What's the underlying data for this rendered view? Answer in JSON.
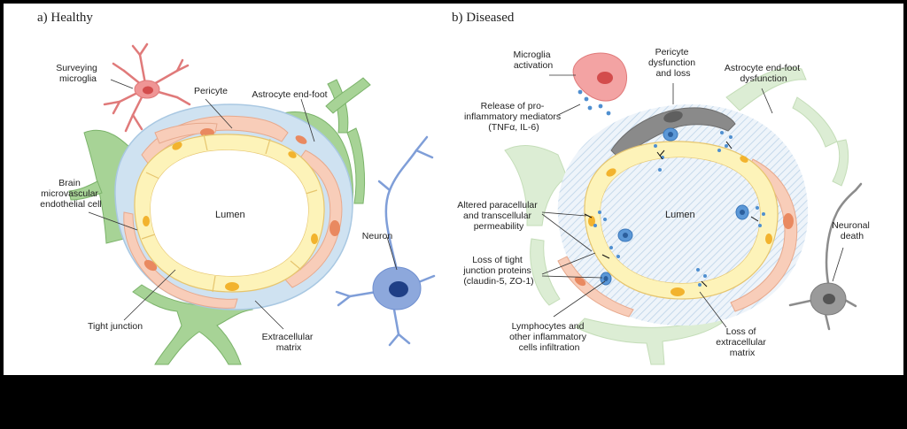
{
  "panels": {
    "healthy": {
      "title": "a) Healthy",
      "lumen": "Lumen",
      "labels": {
        "microglia": [
          "Surveying",
          "microglia"
        ],
        "pericyte": [
          "Pericyte"
        ],
        "astrocyte": [
          "Astrocyte end-foot"
        ],
        "endothelial": [
          "Brain",
          "microvascular",
          "endothelial cell"
        ],
        "neuron": [
          "Neuron"
        ],
        "tight_junction": [
          "Tight junction"
        ],
        "ecm": [
          "Extracellular",
          "matrix"
        ]
      }
    },
    "diseased": {
      "title": "b) Diseased",
      "lumen": "Lumen",
      "labels": {
        "microglia_activation": [
          "Microglia",
          "activation"
        ],
        "pericyte_dysfunction": [
          "Pericyte",
          "dysfunction",
          "and loss"
        ],
        "astrocyte_dysfunction": [
          "Astrocyte end-foot",
          "dysfunction"
        ],
        "mediators": [
          "Release of pro-",
          "inflammatory mediators",
          "(TNFα, IL-6)"
        ],
        "permeability": [
          "Altered paracellular",
          "and transcellular",
          "permeability"
        ],
        "tight_junction_loss": [
          "Loss of tight",
          "junction proteins",
          "(claudin-5, ZO-1)"
        ],
        "lymphocytes": [
          "Lymphocytes and",
          "other inflammatory",
          "cells infiltration"
        ],
        "ecm_loss": [
          "Loss of",
          "extracellular",
          "matrix"
        ],
        "neuronal_death": [
          "Neuronal",
          "death"
        ]
      }
    }
  },
  "colors": {
    "frame": "#000000",
    "background": "#ffffff",
    "astrocyte": "#9ccc8a",
    "astrocyte_faded": "#d9ecd0",
    "pericyte": "#f7c8b5",
    "pericyte_nucleus": "#e8875f",
    "endothelial": "#fdf3b8",
    "endothelial_nucleus": "#f0b429",
    "basement": "#bcd8ec",
    "microglia": "#e87a7a",
    "neuron": "#7f9ed8",
    "neuron_grey": "#8c8c8c",
    "immune": "#4f8fd0"
  }
}
